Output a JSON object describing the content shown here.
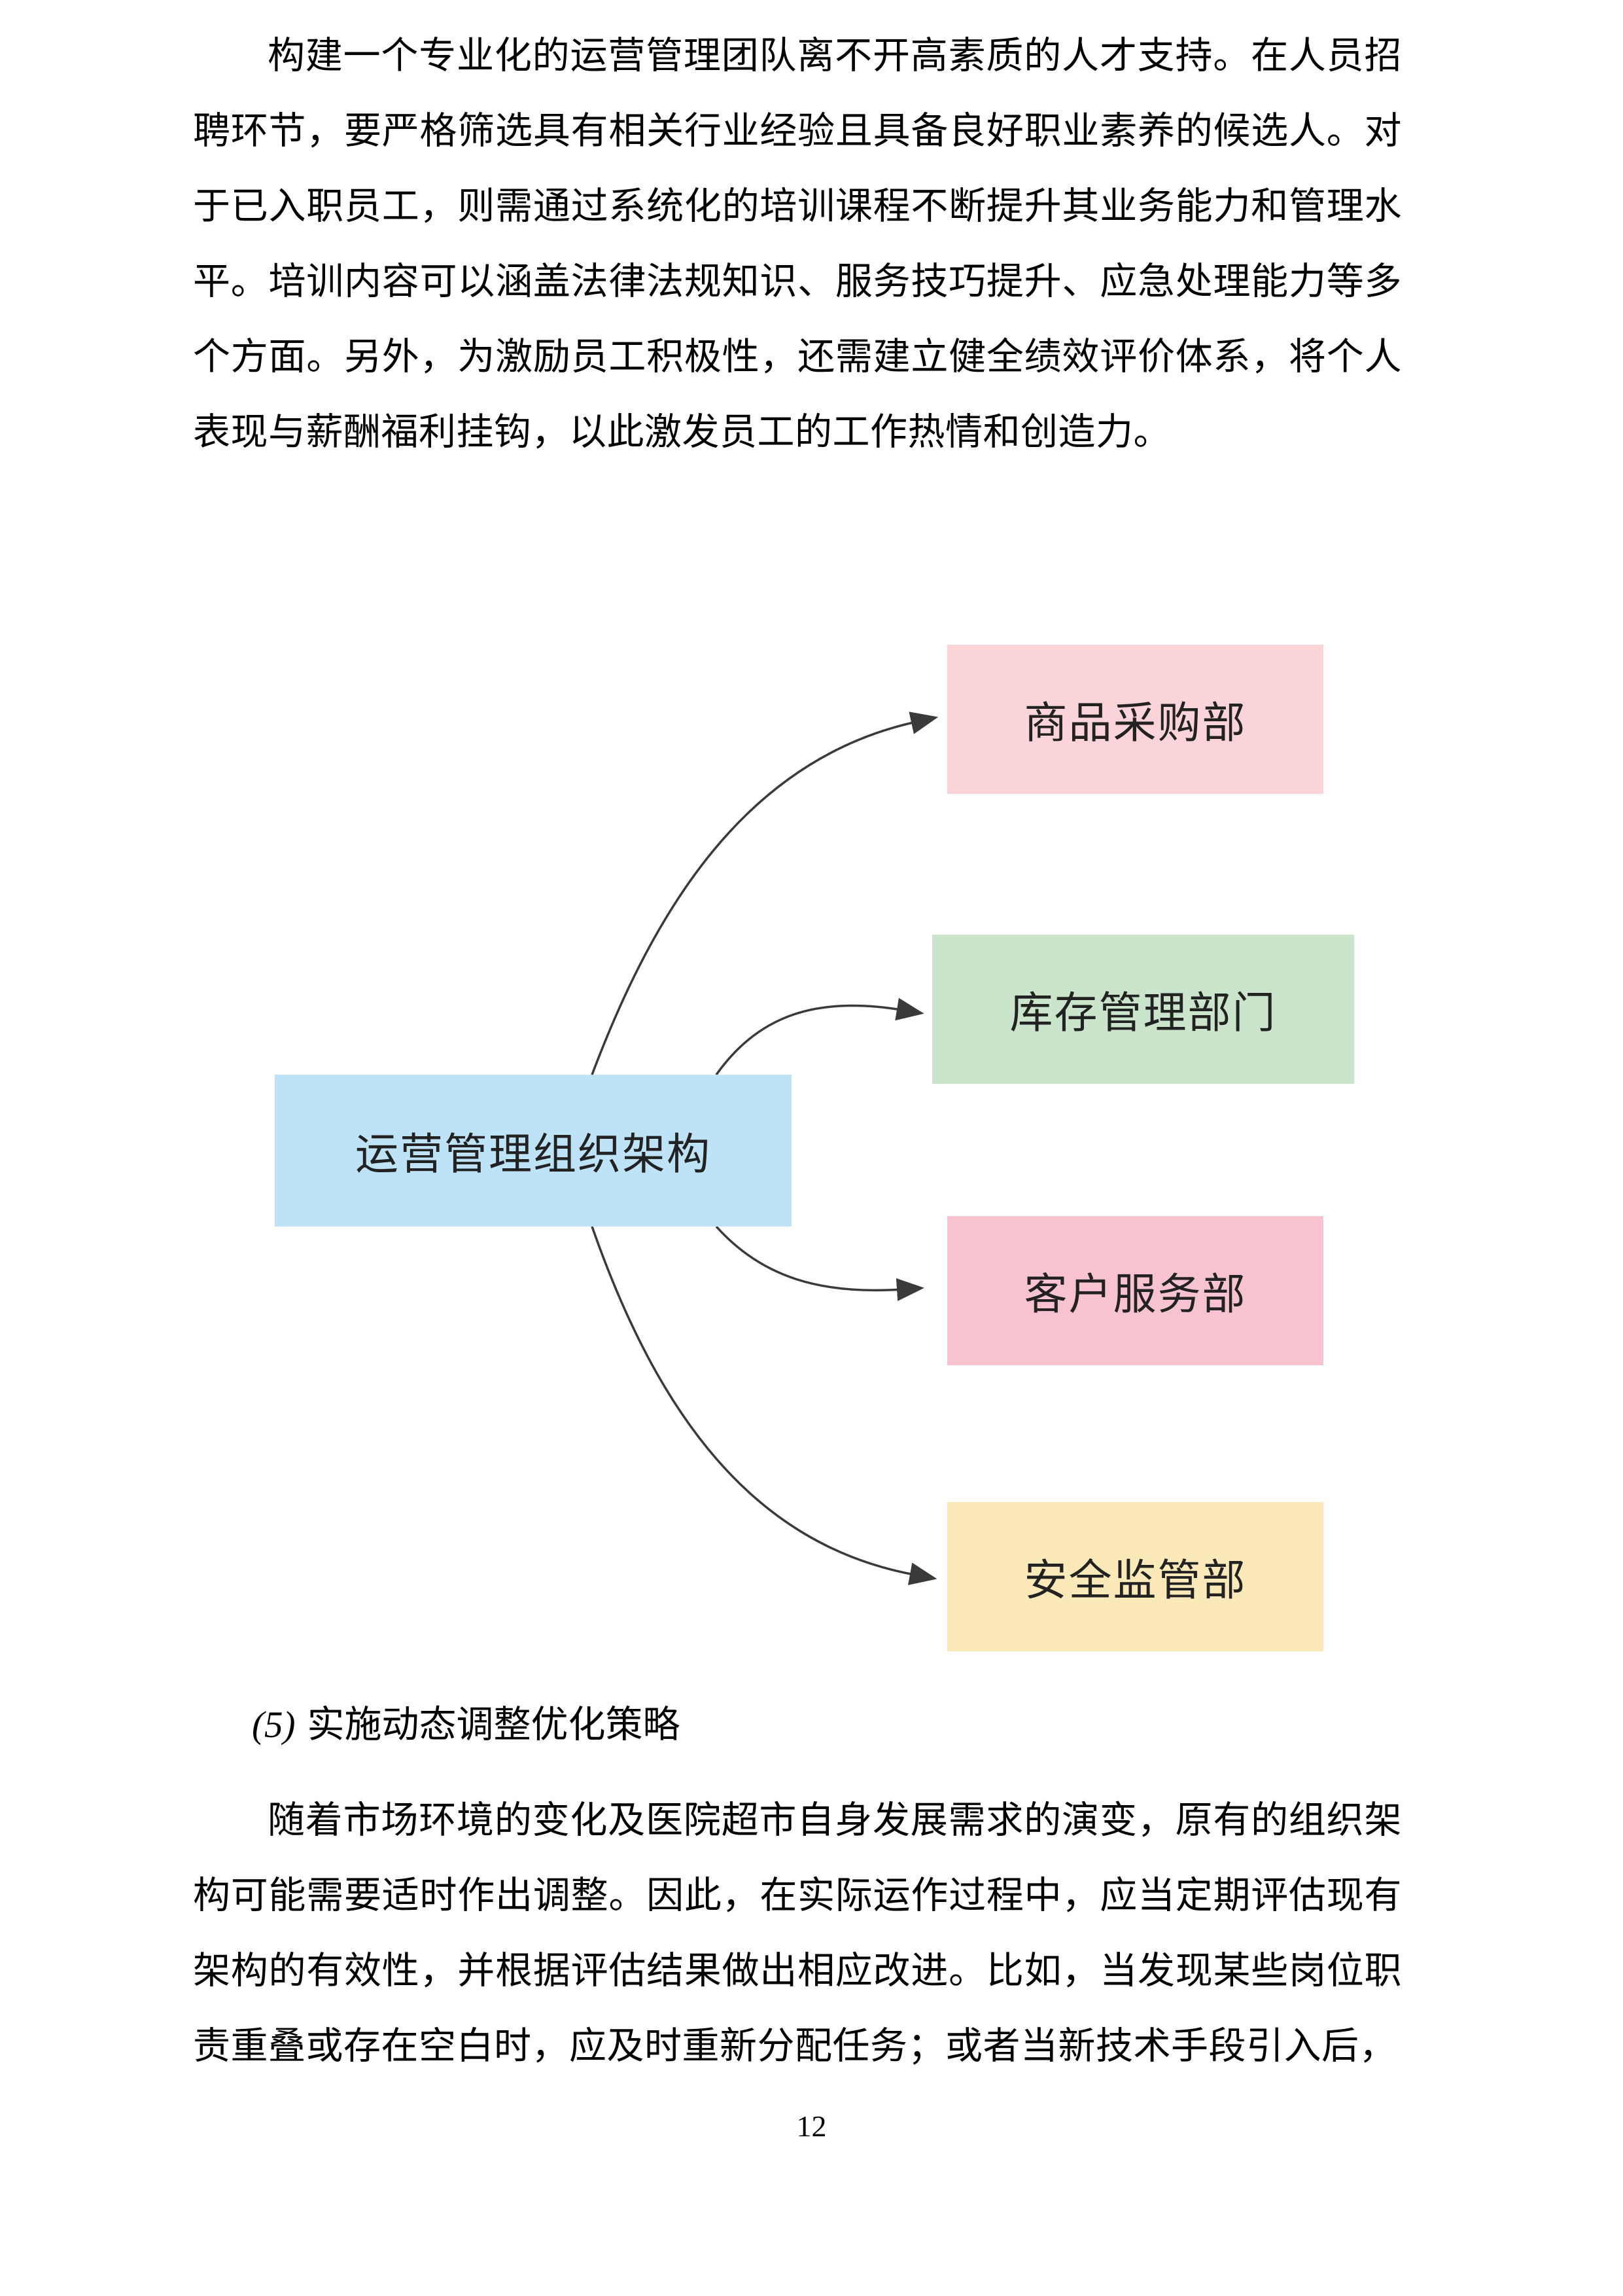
{
  "paragraphs": {
    "p1": "构建一个专业化的运营管理团队离不开高素质的人才支持。在人员招聘环节，要严格筛选具有相关行业经验且具备良好职业素养的候选人。对于已入职员工，则需通过系统化的培训课程不断提升其业务能力和管理水平。培训内容可以涵盖法律法规知识、服务技巧提升、应急处理能力等多个方面。另外，为激励员工积极性，还需建立健全绩效评价体系，将个人表现与薪酬福利挂钩，以此激发员工的工作热情和创造力。",
    "p2": "随着市场环境的变化及医院超市自身发展需求的演变，原有的组织架构可能需要适时作出调整。因此，在实际运作过程中，应当定期评估现有架构的有效性，并根据评估结果做出相应改进。比如，当发现某些岗位职责重叠或存在空白时，应及时重新分配任务；或者当新技术手段引入后，"
  },
  "heading": {
    "number": "(5)",
    "text": "实施动态调整优化策略"
  },
  "diagram": {
    "root": {
      "label": "运营管理组织架构",
      "bg": "#BEE3F6"
    },
    "nodes": [
      {
        "label": "商品采购部",
        "bg": "#FBD4DA"
      },
      {
        "label": "库存管理部门",
        "bg": "#CBE5CC"
      },
      {
        "label": "客户服务部",
        "bg": "#F8C3D1"
      },
      {
        "label": "安全监管部",
        "bg": "#FBE9B9"
      }
    ],
    "arrow_color": "#3a3a3a"
  },
  "page": {
    "number": "12"
  }
}
